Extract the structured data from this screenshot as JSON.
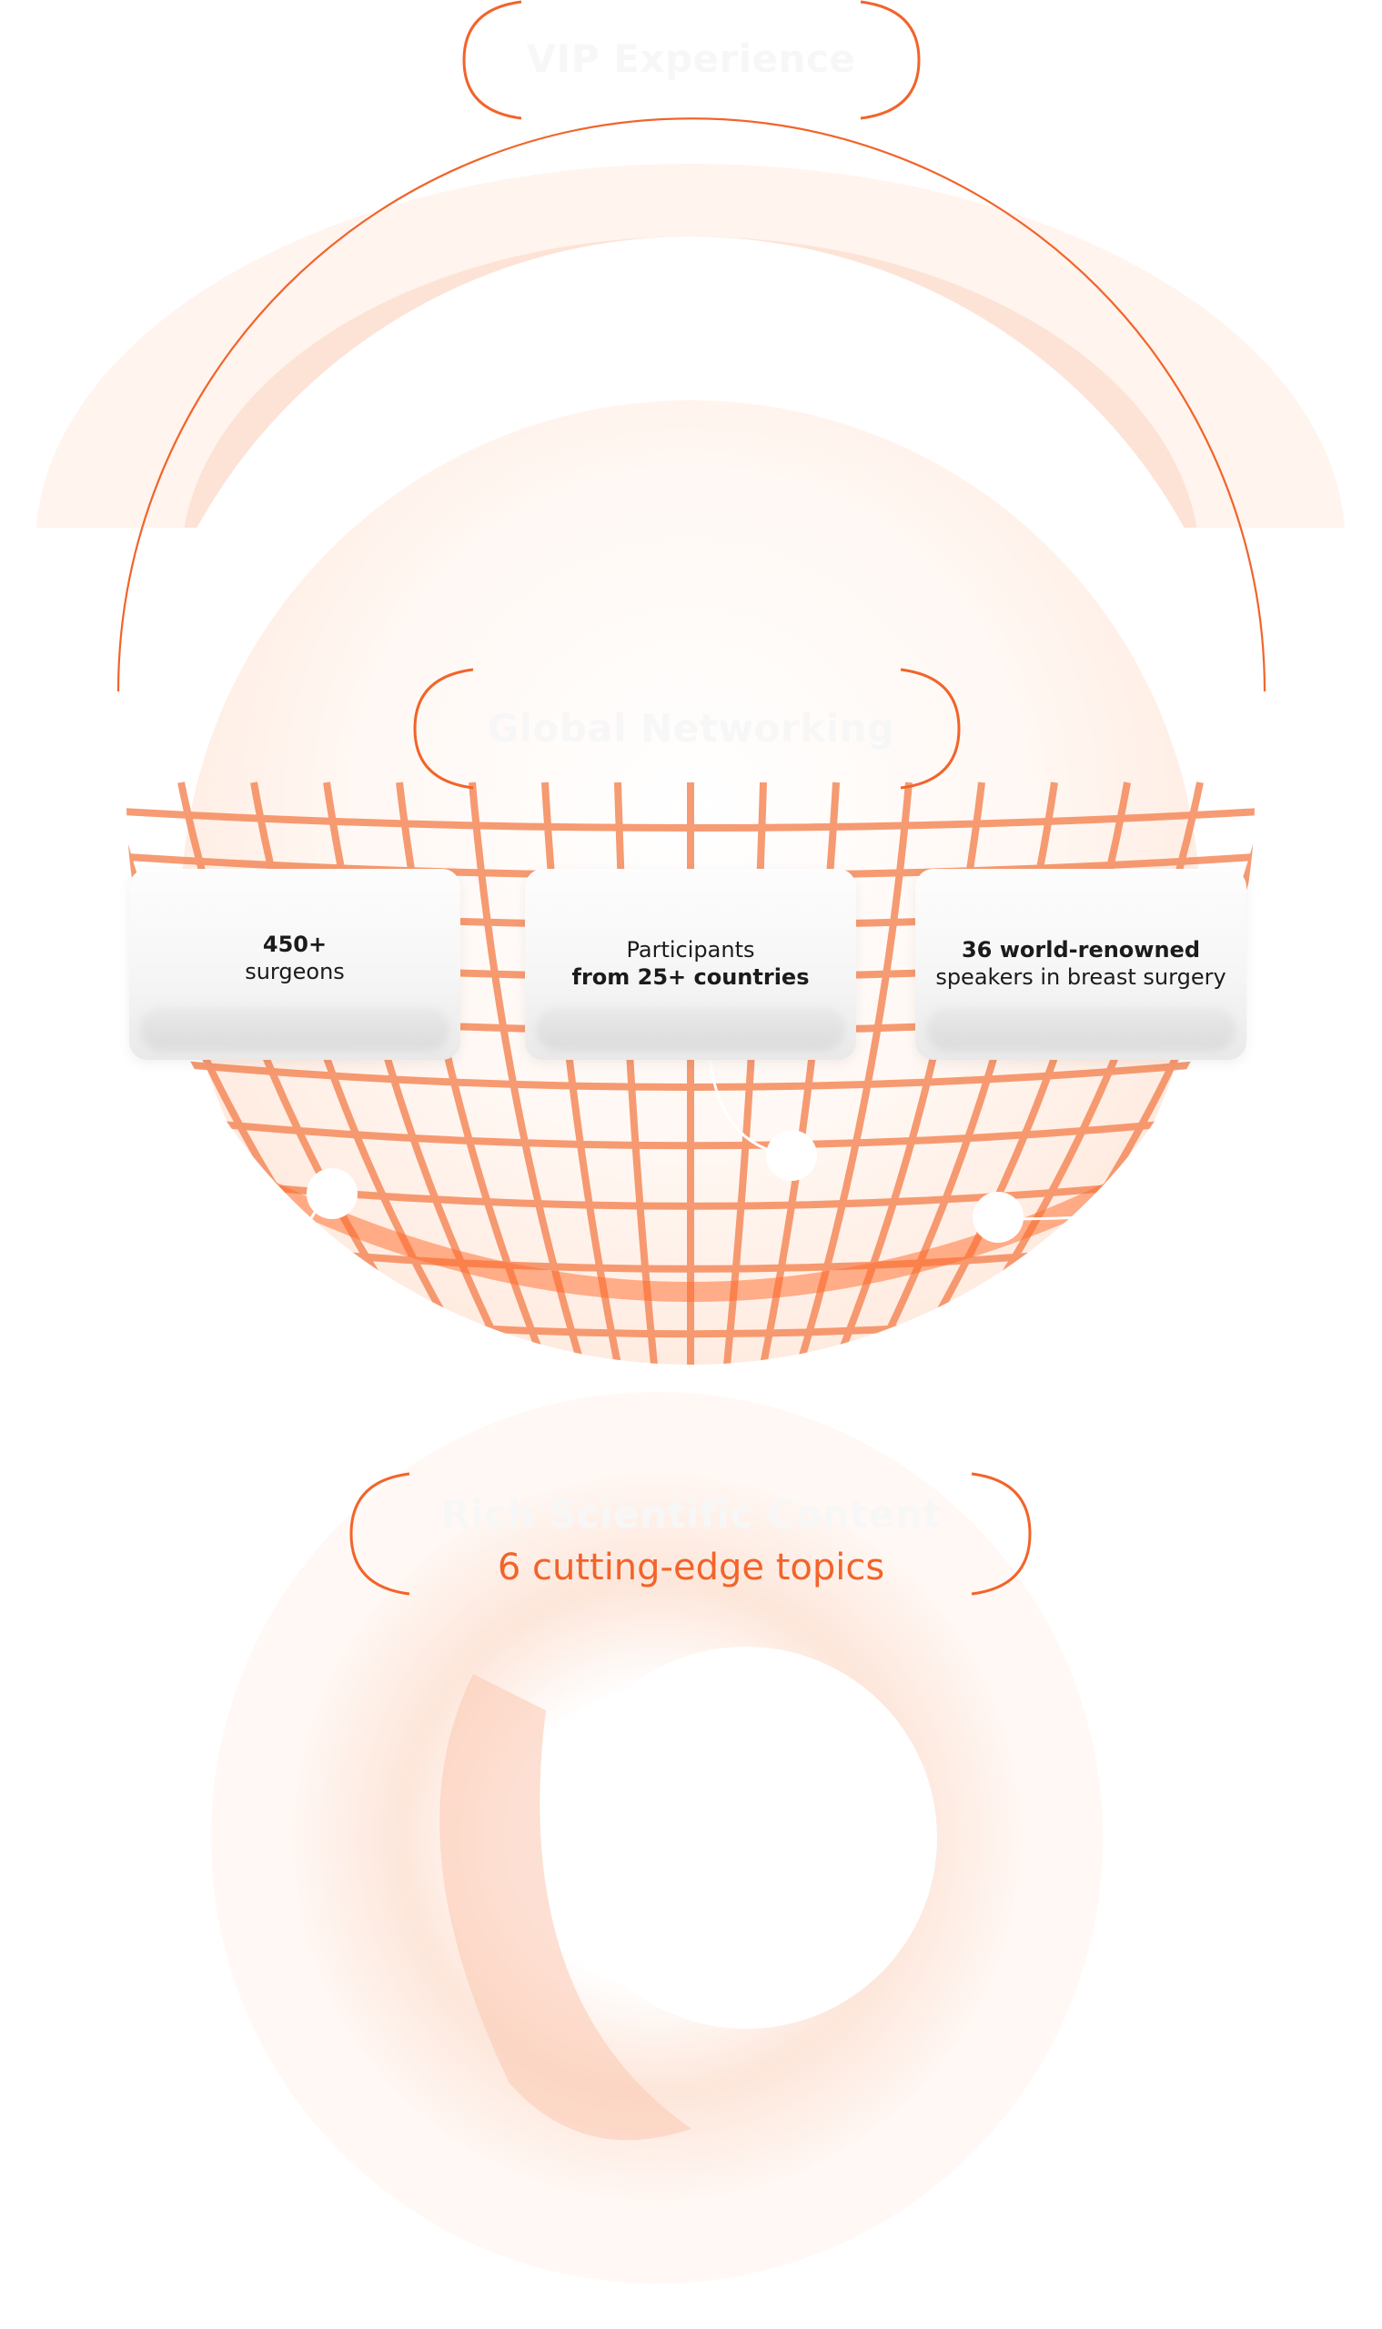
{
  "sections": {
    "vip": {
      "title": "VIP Experience"
    },
    "global": {
      "title": "Global Networking"
    },
    "scientific": {
      "title": "Rich Scientific Content",
      "subtitle": "6 cutting-edge topics"
    }
  },
  "stats": [
    {
      "bold": "450+",
      "text": "surgeons",
      "bold_first": true
    },
    {
      "bold": "from 25+ countries",
      "text": "Participants",
      "bold_first": false
    },
    {
      "bold": "36 world-renowned",
      "text": "speakers in breast surgery",
      "bold_first": true
    }
  ],
  "colors": {
    "accent": "#f2642a",
    "peach": "#fde3d6",
    "card": "#f5f5f5"
  }
}
